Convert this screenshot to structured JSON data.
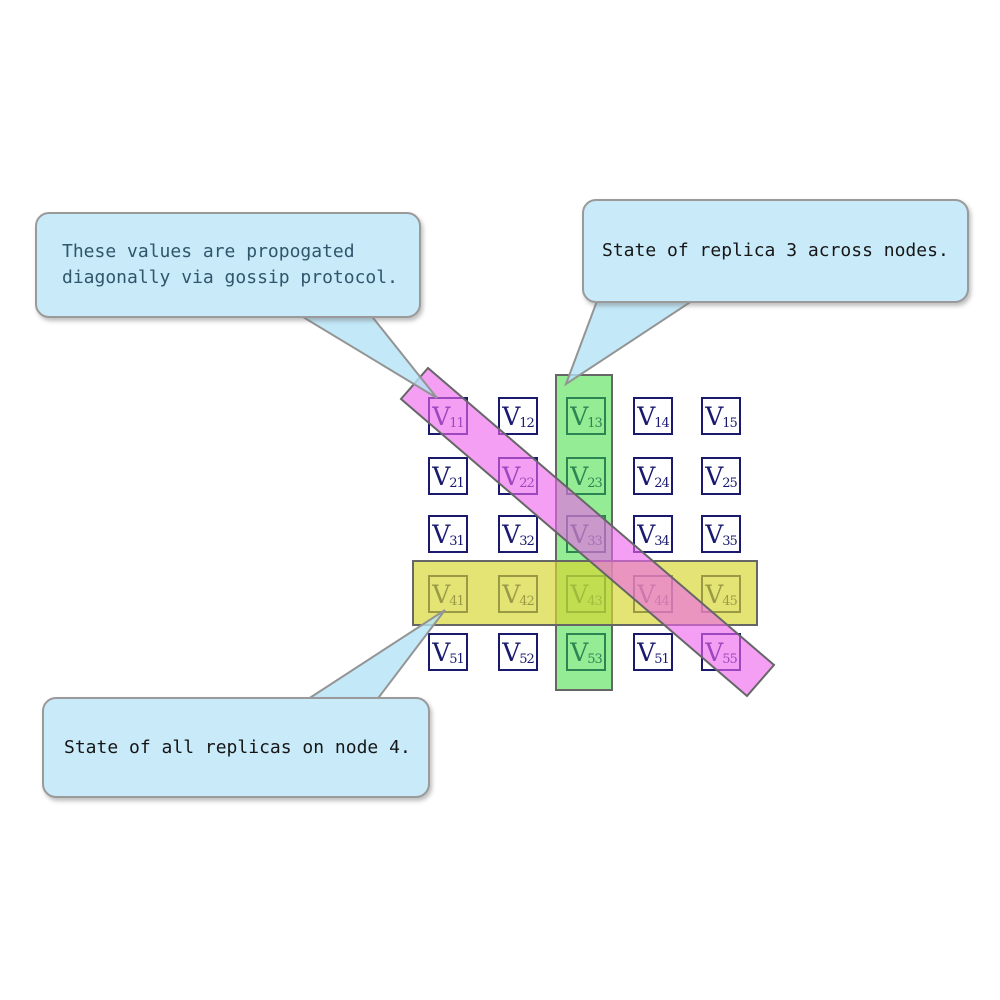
{
  "diagram": {
    "title": "Replicated state matrix with highlighted row, column and diagonal",
    "grid": {
      "symbol": "V",
      "rows": [
        [
          "11",
          "12",
          "13",
          "14",
          "15"
        ],
        [
          "21",
          "22",
          "23",
          "24",
          "25"
        ],
        [
          "31",
          "32",
          "33",
          "34",
          "35"
        ],
        [
          "41",
          "42",
          "43",
          "44",
          "45"
        ],
        [
          "51",
          "52",
          "53",
          "51",
          "55"
        ]
      ],
      "text_color": "#191970",
      "border_color": "#191970"
    },
    "highlights": [
      {
        "name": "replica-3-column",
        "shape": "vertical-band",
        "color": "#3cdc3c",
        "label": "State of replica 3 across nodes."
      },
      {
        "name": "node-4-row",
        "shape": "horizontal-band",
        "color": "#d7d732",
        "label": "State of all replicas on node 4."
      },
      {
        "name": "gossip-diagonal",
        "shape": "diagonal-band",
        "color": "#ee64ee",
        "label": "These values are propogated diagonally via gossip protocol."
      }
    ],
    "callouts": [
      {
        "lines": [
          "These values are propogated",
          "diagonally via gossip protocol."
        ],
        "text_color": "#30566b",
        "points_to": "cell V11 / diagonal band"
      },
      {
        "lines": [
          "State of replica 3 across nodes."
        ],
        "text_color": "#161616",
        "points_to": "top of green column"
      },
      {
        "lines": [
          "State of all replicas on node 4."
        ],
        "text_color": "#161616",
        "points_to": "cell V41 / yellow row"
      }
    ],
    "callout_bg": "#c9eaf8",
    "callout_border": "#9a9a9a",
    "band_stroke": "#666666"
  }
}
